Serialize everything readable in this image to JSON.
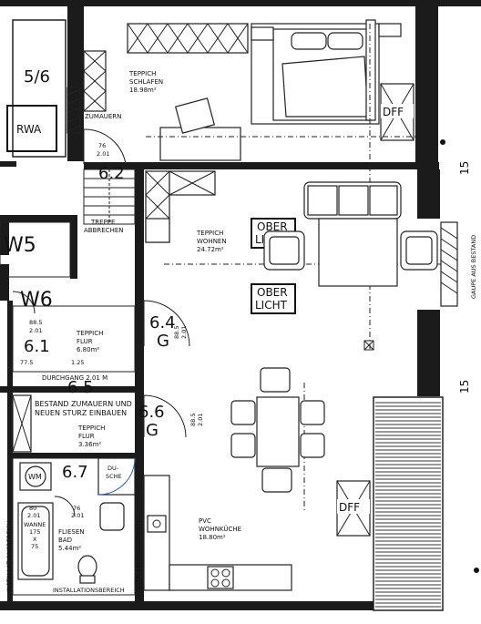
{
  "labels": {
    "unit_5_6": "5/6",
    "rwa": "RWA",
    "w5": "W5",
    "w6": "W6",
    "room_6_1": "6.1",
    "room_6_2": "6.2",
    "room_6_4": "6.4",
    "room_6_4_g": "G",
    "room_6_5": "6.5",
    "room_6_6": "6.6",
    "room_6_6_g": "G",
    "room_6_7": "6.7",
    "schlafen_material": "TEPPICH",
    "schlafen_name": "SCHLAFEN",
    "schlafen_area": "18.98m²",
    "wohnen_material": "TEPPICH",
    "wohnen_name": "WOHNEN",
    "wohnen_area": "24.72m²",
    "flur1_material": "TEPPICH",
    "flur1_name": "FLUR",
    "flur1_area": "6.80m²",
    "flur2_material": "TEPPICH",
    "flur2_name": "FLUR",
    "flur2_area": "3.36m²",
    "bad_material": "FLIESEN",
    "bad_name": "BAD",
    "bad_area": "5.44m²",
    "kueche_material": "PVC",
    "kueche_name": "WOHNKÜCHE",
    "kueche_area": "18.80m²",
    "oberlicht_1a": "OBER",
    "oberlicht_1b": "LICHT",
    "oberlicht_2a": "OBER",
    "oberlicht_2b": "LICHT",
    "dff_1": "DFF",
    "dff_2": "DFF",
    "zumauern": "ZUMAUERN",
    "treppe_1": "TREPPE",
    "treppe_2": "ABBRECHEN",
    "durchgang": "DURCHGANG 2.01 M",
    "bestand_1": "BESTAND ZUMAUERN UND",
    "bestand_2": "NEUEN STURZ EINBAUEN",
    "gaupe": "GAUPE AUS BESTAND",
    "installationsbereich": "INSTALLATIONSBEREICH",
    "dusche_1": "DU-",
    "dusche_2": "SCHE",
    "wm": "WM",
    "wanne_1": "WANNE",
    "wanne_2": "175",
    "wanne_3": "X",
    "wanne_4": "75",
    "dim_76a": "76",
    "dim_201a": "2.01",
    "dim_885a": "88.5",
    "dim_201b": "2.01",
    "dim_775": "77.5",
    "dim_125": "1.25",
    "dim_885b": "88.5",
    "dim_201c": "2.01",
    "dim_885c": "88.5",
    "dim_201d": "2.01",
    "dim_80": "80",
    "dim_201e": "2.01",
    "dim_76b": "76",
    "dim_201f": "2.01",
    "margin_mark_1": "15",
    "margin_mark_2": "15"
  }
}
